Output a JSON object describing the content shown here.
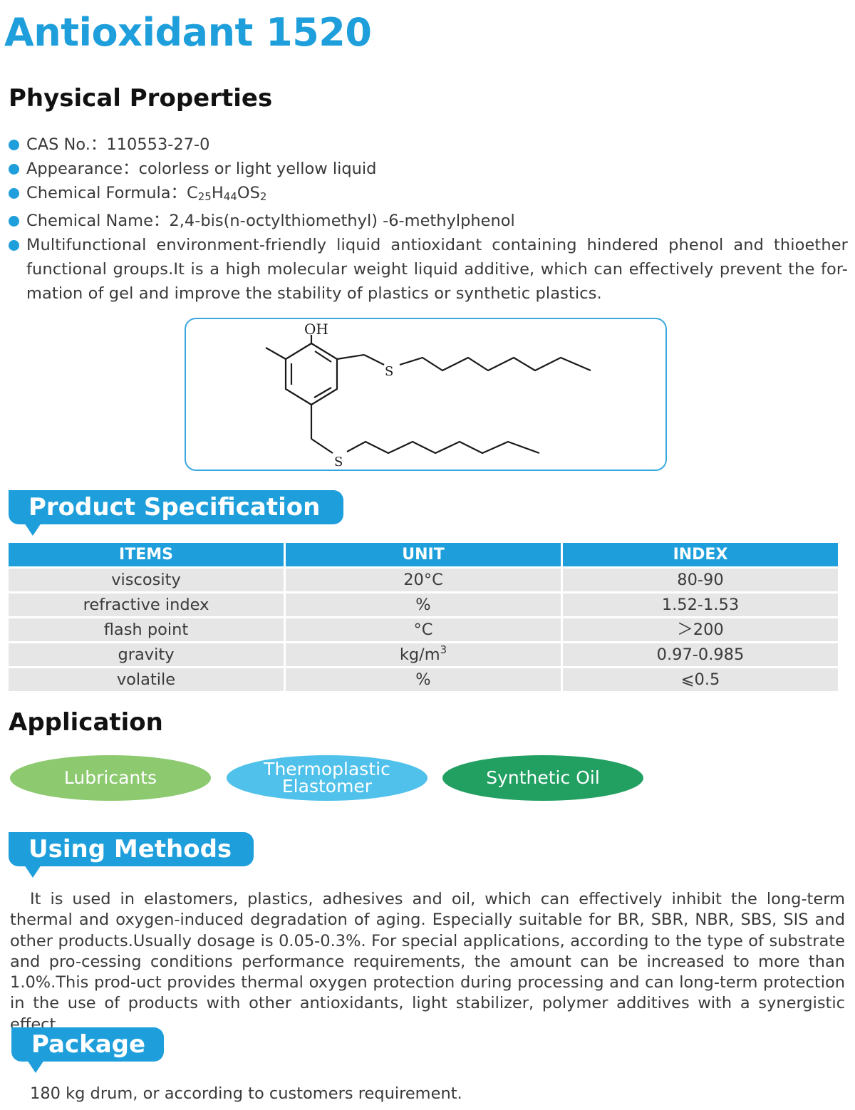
{
  "title": "Antioxidant 1520",
  "physical": {
    "heading": "Physical Properties",
    "cas": "CAS No.：110553-27-0",
    "appearance": "Appearance：colorless or light yellow liquid",
    "formula_label": "Chemical Formula：",
    "formula": {
      "c": "C",
      "c_n": "25",
      "h": "H",
      "h_n": "44",
      "os": "OS",
      "s_n": "2"
    },
    "chem_name": "Chemical Name：2,4-bis(n-octylthiomethyl) -6-methylphenol",
    "description": "Multifunctional environment-friendly liquid antioxidant containing hindered phenol and thioether functional groups.It is a high molecular weight liquid additive, which can effectively prevent the for-mation of gel and improve the stability of plastics or synthetic plastics."
  },
  "structure": {
    "oh": "OH",
    "s1": "S",
    "s2": "S"
  },
  "spec": {
    "heading": "Product Specification",
    "columns": [
      "ITEMS",
      "UNIT",
      "INDEX"
    ],
    "rows": [
      {
        "item": "viscosity",
        "unit": "20°C",
        "index": "80-90"
      },
      {
        "item": "refractive index",
        "unit": "%",
        "index": "1.52-1.53"
      },
      {
        "item": "flash point",
        "unit": "°C",
        "index": "＞200"
      },
      {
        "item": "gravity",
        "unit": "kg/m",
        "unit_sup": "3",
        "index": "0.97-0.985"
      },
      {
        "item": "volatile",
        "unit": "%",
        "index": "⩽0.5"
      }
    ]
  },
  "application": {
    "heading": "Application",
    "items": [
      {
        "line1": "Lubricants",
        "color": "#8cc96f"
      },
      {
        "line1": "Thermoplastic",
        "line2": "Elastomer",
        "color": "#4fc1ea"
      },
      {
        "line1": "Synthetic Oil",
        "color": "#22a062"
      }
    ]
  },
  "using": {
    "heading": "Using Methods",
    "text": "It is used in elastomers, plastics, adhesives and oil, which can effectively inhibit the long-term thermal and oxygen-induced degradation of aging. Especially suitable for BR, SBR, NBR, SBS, SIS and other products.Usually dosage is 0.05-0.3%. For special applications, according to the type of substrate and pro-cessing conditions performance requirements, the amount can be increased to more than 1.0%.This prod-uct provides thermal oxygen protection during processing and can long-term protection in the use of products with other antioxidants, light stabilizer, polymer additives with a synergistic effect."
  },
  "package": {
    "heading": "Package",
    "text": "180 kg drum, or according to customers requirement."
  },
  "colors": {
    "accent": "#1e9fdb",
    "row_bg": "#e6e6e6"
  }
}
